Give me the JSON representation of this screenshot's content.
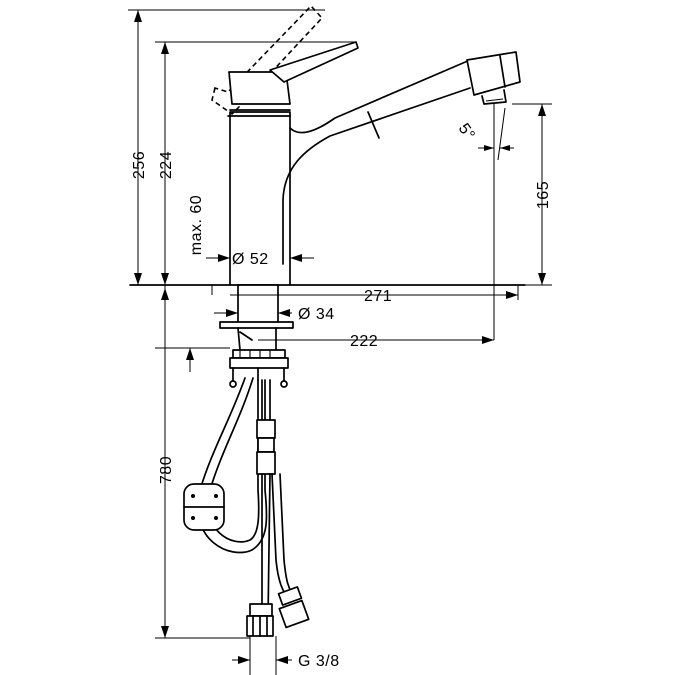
{
  "dimensions": {
    "total_height": "256",
    "handle_height": "224",
    "max_height": "max. 60",
    "base_diameter": "Ø 52",
    "outlet_height": "165",
    "spray_angle": "5°",
    "reach": "271",
    "shank_diameter": "Ø 34",
    "outlet_reach": "222",
    "hose_length": "780",
    "connection_thread": "G 3/8"
  }
}
